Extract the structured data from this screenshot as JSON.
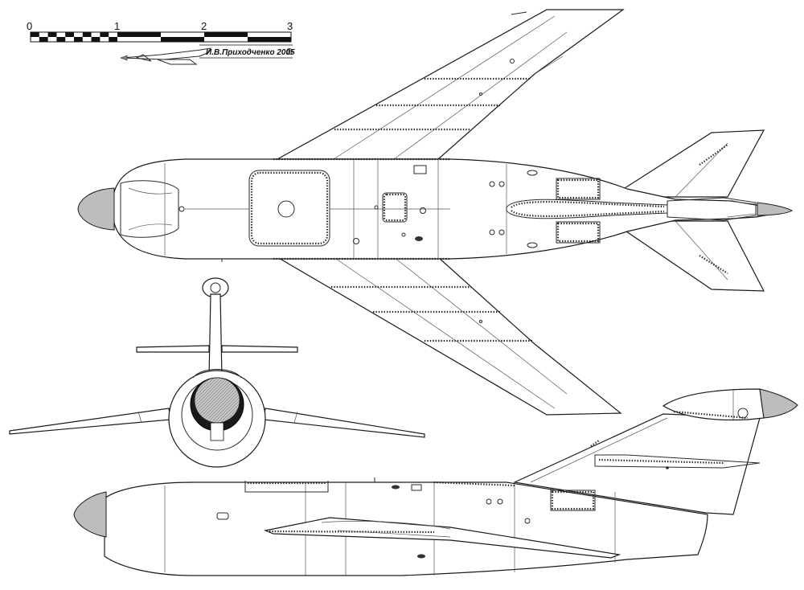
{
  "scale_bar": {
    "labels": [
      "0",
      "1",
      "2",
      "3"
    ]
  },
  "credit": {
    "text": "И.В.Приходченко 2005",
    "copyright_symbol": "©"
  },
  "colors": {
    "line": "#1a1a1a",
    "radome_fill": "#bdbdbd",
    "intake_dark": "#1a1a1a",
    "background": "#ffffff"
  }
}
